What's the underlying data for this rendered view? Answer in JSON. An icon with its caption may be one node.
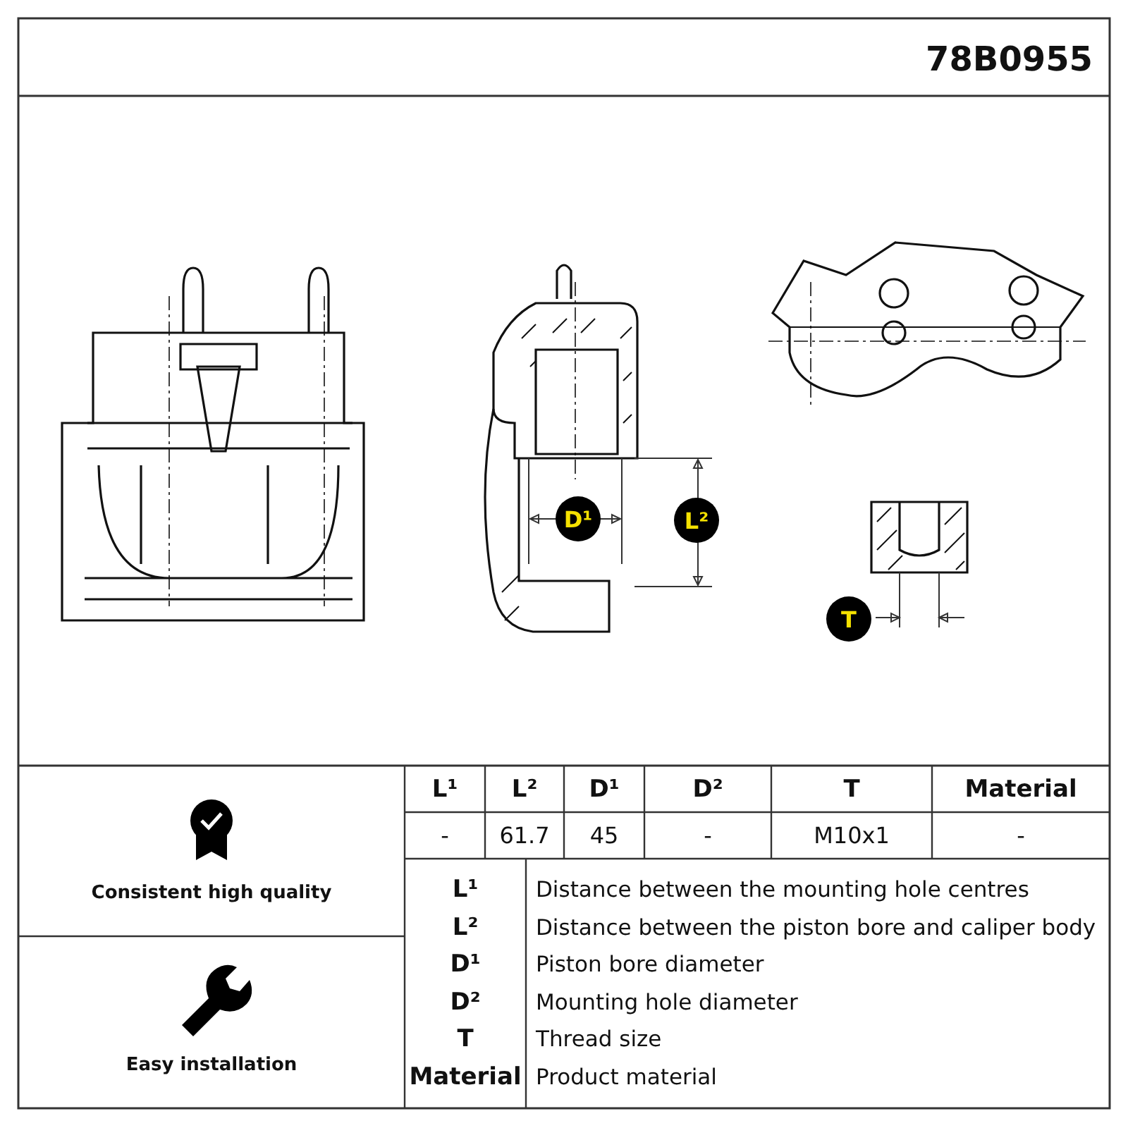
{
  "diagram": {
    "labels": [
      "78B0955",
      "D¹",
      "L²",
      "T",
      "L¹",
      "L²",
      "D¹",
      "D²",
      "T",
      "Material",
      "-",
      "61.7",
      "45",
      "-",
      "M10x1",
      "-",
      "Consistent high quality",
      "L¹",
      "Distance between the mounting hole centres",
      "L²",
      "Distance between the piston bore and caliper body",
      "D¹",
      "Piston bore diameter",
      "D²",
      "Mounting hole diameter",
      "T",
      "Thread size",
      "Material",
      "Product material",
      "Easy installation"
    ]
  }
}
